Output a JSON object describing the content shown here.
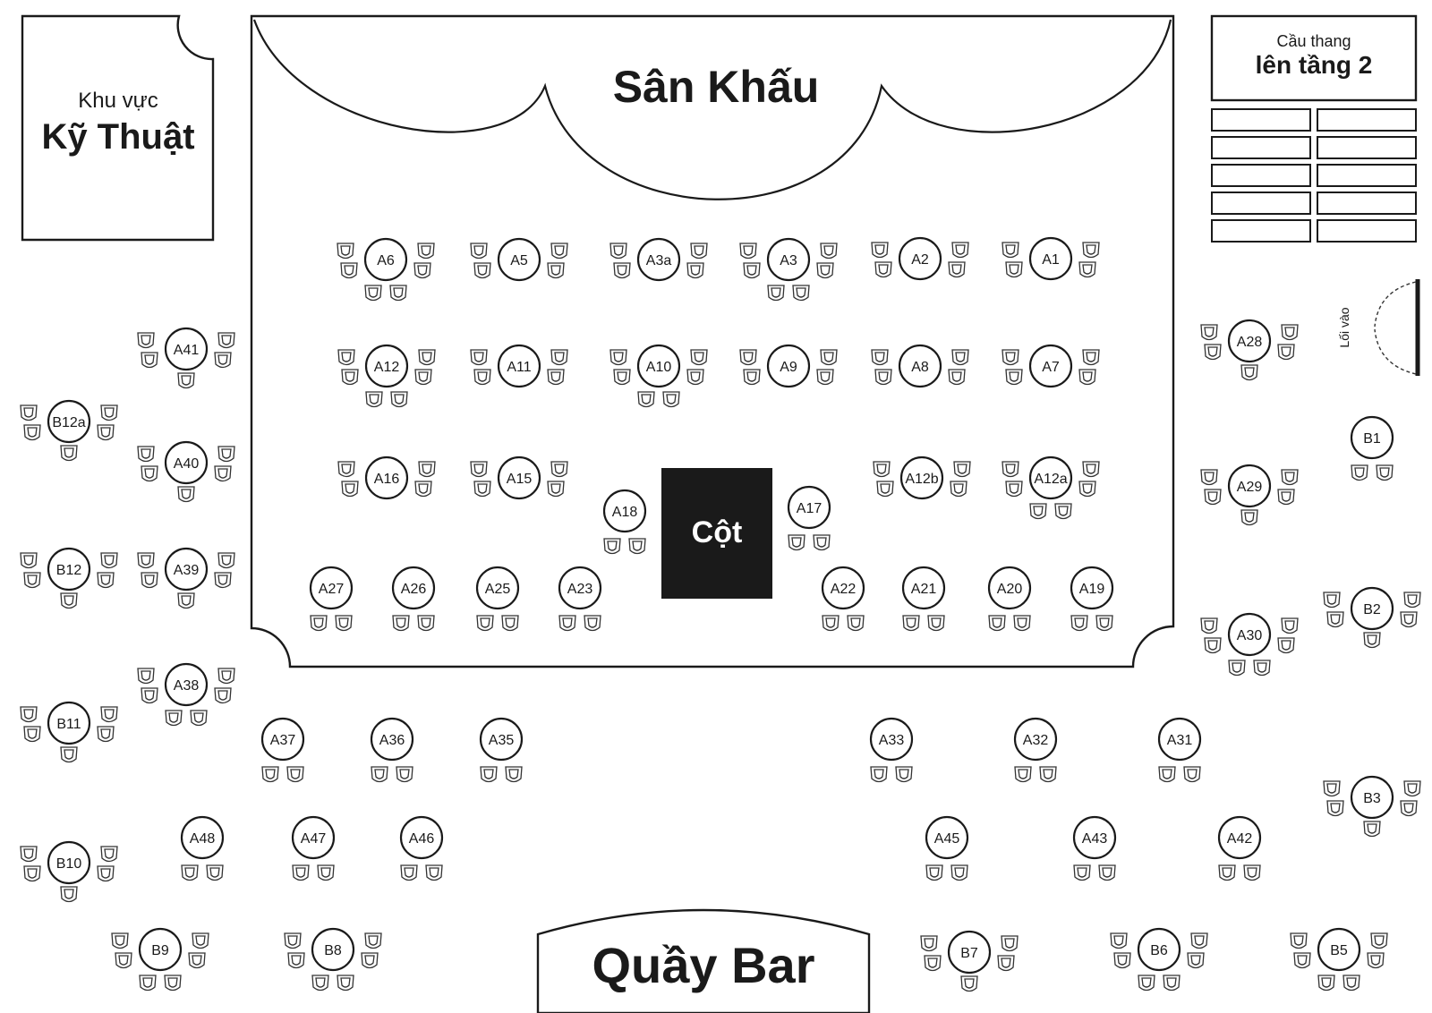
{
  "areas": {
    "technical": {
      "line1": "Khu vực",
      "line2": "Kỹ Thuật"
    },
    "stage": {
      "label": "Sân Khấu"
    },
    "stairs": {
      "line1": "Cầu thang",
      "line2": "lên tầng 2"
    },
    "entrance": {
      "label": "Lối vào"
    },
    "pillar": {
      "label": "Cột"
    },
    "bar": {
      "label": "Quầy Bar"
    }
  },
  "colors": {
    "ink": "#1a1a1a",
    "pillar": "#1a1a1a",
    "background": "#ffffff"
  },
  "tables": [
    {
      "id": "A6",
      "seats": "six"
    },
    {
      "id": "A5",
      "seats": "four"
    },
    {
      "id": "A3a",
      "seats": "four"
    },
    {
      "id": "A3",
      "seats": "six"
    },
    {
      "id": "A2",
      "seats": "four"
    },
    {
      "id": "A1",
      "seats": "four"
    },
    {
      "id": "A12",
      "seats": "six"
    },
    {
      "id": "A11",
      "seats": "four"
    },
    {
      "id": "A10",
      "seats": "six"
    },
    {
      "id": "A9",
      "seats": "four"
    },
    {
      "id": "A8",
      "seats": "four"
    },
    {
      "id": "A7",
      "seats": "four"
    },
    {
      "id": "A16",
      "seats": "four"
    },
    {
      "id": "A15",
      "seats": "four"
    },
    {
      "id": "A12b",
      "seats": "four"
    },
    {
      "id": "A12a",
      "seats": "six"
    },
    {
      "id": "A18",
      "seats": "two"
    },
    {
      "id": "A17",
      "seats": "two"
    },
    {
      "id": "A27",
      "seats": "two"
    },
    {
      "id": "A26",
      "seats": "two"
    },
    {
      "id": "A25",
      "seats": "two"
    },
    {
      "id": "A23",
      "seats": "two"
    },
    {
      "id": "A22",
      "seats": "two"
    },
    {
      "id": "A21",
      "seats": "two"
    },
    {
      "id": "A20",
      "seats": "two"
    },
    {
      "id": "A19",
      "seats": "two"
    },
    {
      "id": "A41",
      "seats": "five"
    },
    {
      "id": "A40",
      "seats": "five"
    },
    {
      "id": "A39",
      "seats": "five"
    },
    {
      "id": "A38",
      "seats": "six"
    },
    {
      "id": "B12a",
      "seats": "five"
    },
    {
      "id": "B12",
      "seats": "five"
    },
    {
      "id": "B11",
      "seats": "five"
    },
    {
      "id": "B10",
      "seats": "five"
    },
    {
      "id": "A28",
      "seats": "five"
    },
    {
      "id": "A29",
      "seats": "five"
    },
    {
      "id": "A30",
      "seats": "six"
    },
    {
      "id": "B1",
      "seats": "two"
    },
    {
      "id": "B2",
      "seats": "five"
    },
    {
      "id": "B3",
      "seats": "five"
    },
    {
      "id": "A37",
      "seats": "two"
    },
    {
      "id": "A36",
      "seats": "two"
    },
    {
      "id": "A35",
      "seats": "two"
    },
    {
      "id": "A33",
      "seats": "two"
    },
    {
      "id": "A32",
      "seats": "two"
    },
    {
      "id": "A31",
      "seats": "two"
    },
    {
      "id": "A48",
      "seats": "two"
    },
    {
      "id": "A47",
      "seats": "two"
    },
    {
      "id": "A46",
      "seats": "two"
    },
    {
      "id": "A45",
      "seats": "two"
    },
    {
      "id": "A43",
      "seats": "two"
    },
    {
      "id": "A42",
      "seats": "two"
    },
    {
      "id": "B9",
      "seats": "six"
    },
    {
      "id": "B8",
      "seats": "six"
    },
    {
      "id": "B7",
      "seats": "five"
    },
    {
      "id": "B6",
      "seats": "six"
    },
    {
      "id": "B5",
      "seats": "six"
    }
  ]
}
